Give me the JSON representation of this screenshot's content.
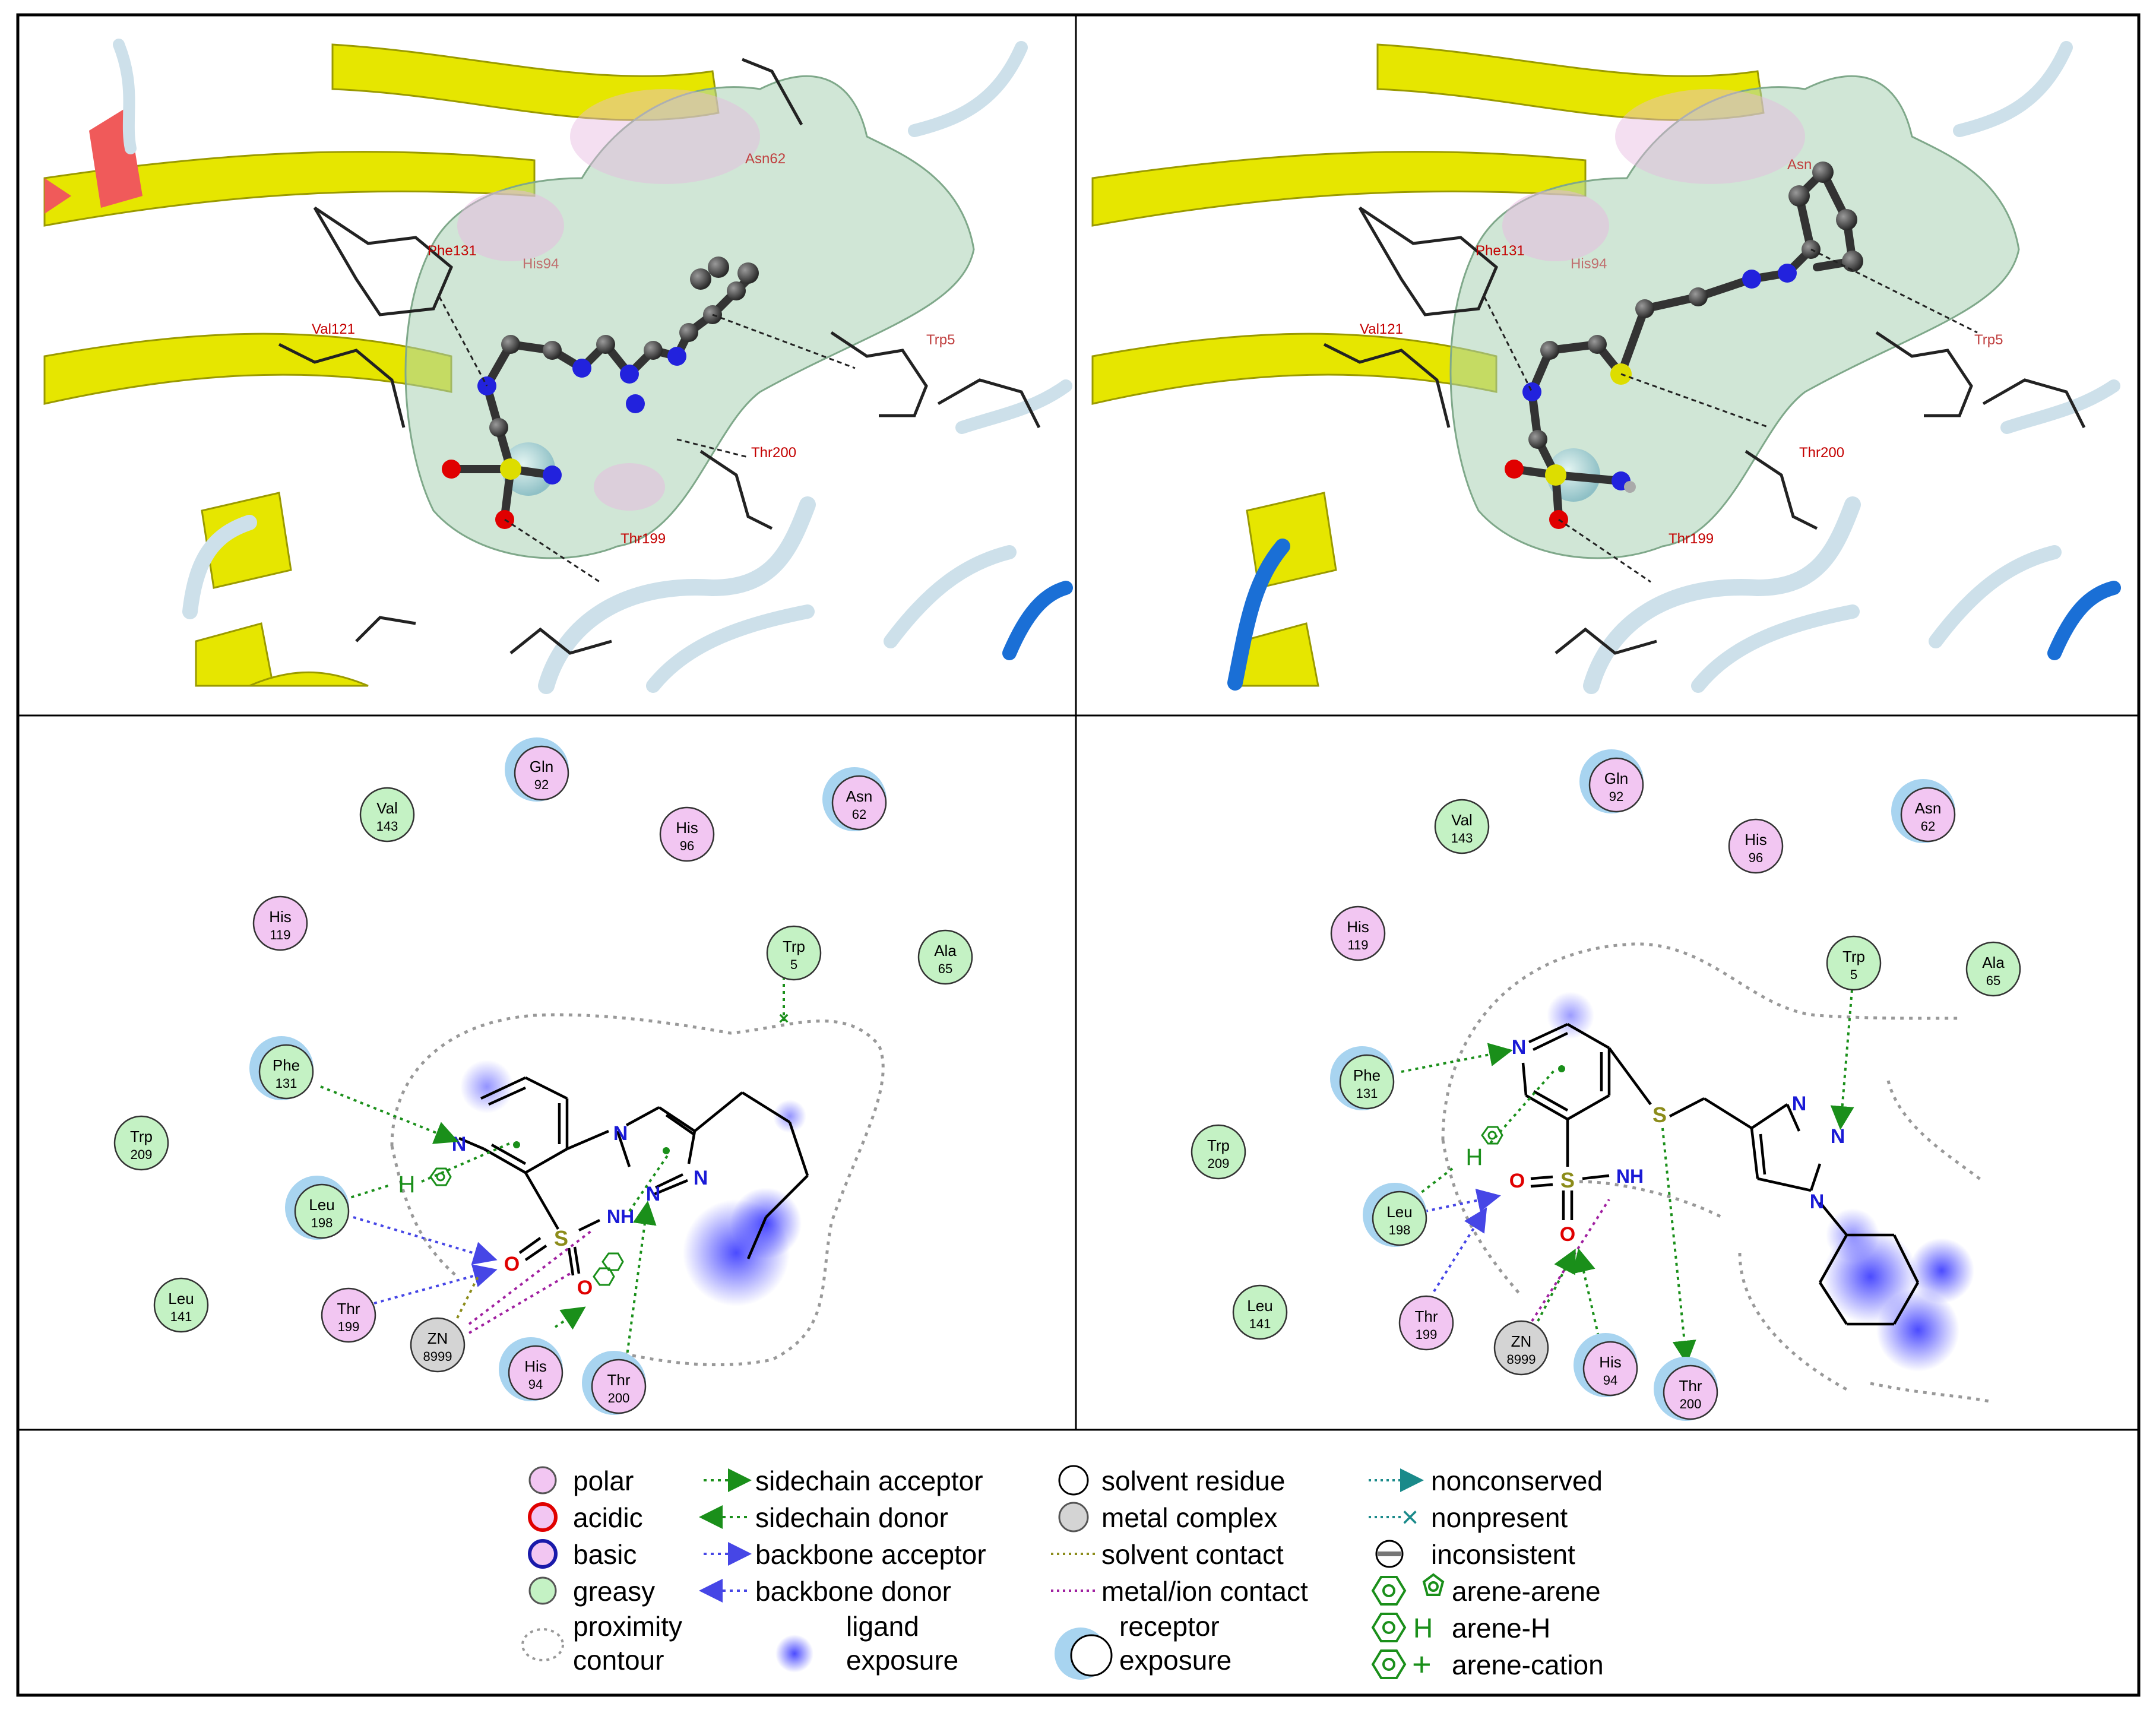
{
  "panels": [
    {
      "id": "top-left",
      "kind": "3d",
      "labels": {
        "asn": "Asn62",
        "phe": "Phe131",
        "his": "His94",
        "val": "Val121",
        "trp": "Trp5",
        "thr200": "Thr200",
        "thr199": "Thr199"
      }
    },
    {
      "id": "top-right",
      "kind": "3d",
      "labels": {
        "asn": "Asn",
        "phe": "Phe131",
        "his": "His94",
        "val": "Val121",
        "trp": "Trp5",
        "thr200": "Thr200",
        "thr199": "Thr199"
      }
    },
    {
      "id": "bottom-left",
      "kind": "2d",
      "residues": [
        {
          "name": "Gln",
          "num": "92",
          "type": "polar"
        },
        {
          "name": "Val",
          "num": "143",
          "type": "greasy"
        },
        {
          "name": "His",
          "num": "96",
          "type": "polar"
        },
        {
          "name": "Asn",
          "num": "62",
          "type": "polar"
        },
        {
          "name": "His",
          "num": "119",
          "type": "polar"
        },
        {
          "name": "Trp",
          "num": "5",
          "type": "greasy"
        },
        {
          "name": "Ala",
          "num": "65",
          "type": "greasy"
        },
        {
          "name": "Phe",
          "num": "131",
          "type": "greasy"
        },
        {
          "name": "Trp",
          "num": "209",
          "type": "greasy"
        },
        {
          "name": "Leu",
          "num": "198",
          "type": "greasy"
        },
        {
          "name": "Leu",
          "num": "141",
          "type": "greasy"
        },
        {
          "name": "Thr",
          "num": "199",
          "type": "polar"
        },
        {
          "name": "ZN",
          "num": "8999",
          "type": "metal"
        },
        {
          "name": "His",
          "num": "94",
          "type": "polar"
        },
        {
          "name": "Thr",
          "num": "200",
          "type": "polar"
        }
      ],
      "atoms": {
        "n_pyr": "N",
        "n1": "N",
        "n2": "N",
        "n3": "N",
        "s": "S",
        "o1": "O",
        "o2": "O",
        "nh": "NH",
        "h": "H"
      }
    },
    {
      "id": "bottom-right",
      "kind": "2d",
      "residues": [
        {
          "name": "Gln",
          "num": "92",
          "type": "polar"
        },
        {
          "name": "Val",
          "num": "143",
          "type": "greasy"
        },
        {
          "name": "His",
          "num": "96",
          "type": "polar"
        },
        {
          "name": "Asn",
          "num": "62",
          "type": "polar"
        },
        {
          "name": "His",
          "num": "119",
          "type": "polar"
        },
        {
          "name": "Trp",
          "num": "5",
          "type": "greasy"
        },
        {
          "name": "Ala",
          "num": "65",
          "type": "greasy"
        },
        {
          "name": "Phe",
          "num": "131",
          "type": "greasy"
        },
        {
          "name": "Trp",
          "num": "209",
          "type": "greasy"
        },
        {
          "name": "Leu",
          "num": "198",
          "type": "greasy"
        },
        {
          "name": "Leu",
          "num": "141",
          "type": "greasy"
        },
        {
          "name": "Thr",
          "num": "199",
          "type": "polar"
        },
        {
          "name": "ZN",
          "num": "8999",
          "type": "metal"
        },
        {
          "name": "His",
          "num": "94",
          "type": "polar"
        },
        {
          "name": "Thr",
          "num": "200",
          "type": "polar"
        }
      ],
      "atoms": {
        "n_pyr": "N",
        "n1": "N",
        "n2": "N",
        "n3": "N",
        "s_link": "S",
        "s": "S",
        "o1": "O",
        "o2": "O",
        "nh": "NH",
        "h": "H"
      }
    }
  ],
  "legend": {
    "col1": {
      "polar": "polar",
      "acidic": "acidic",
      "basic": "basic",
      "greasy": "greasy",
      "proximity_1": "proximity",
      "proximity_2": "contour"
    },
    "col2": {
      "sc_acceptor": "sidechain acceptor",
      "sc_donor": "sidechain donor",
      "bb_acceptor": "backbone acceptor",
      "bb_donor": "backbone donor",
      "exposure_1": "ligand",
      "exposure_2": "exposure"
    },
    "col3": {
      "solvent_residue": "solvent residue",
      "metal_complex": "metal complex",
      "solvent_contact": "solvent contact",
      "metal_contact": "metal/ion contact",
      "receptor_1": "receptor",
      "receptor_2": "exposure"
    },
    "col4": {
      "nonconserved": "nonconserved",
      "nonpresent": "nonpresent",
      "inconsistent": "inconsistent",
      "arene_arene": "arene-arene",
      "arene_h": "arene-H",
      "arene_cation": "arene-cation",
      "h_glyph": "H",
      "plus_glyph": "+"
    }
  },
  "colors": {
    "polar_fill": "#f2c6f2",
    "greasy_fill": "#c4f2c4",
    "metal_fill": "#d4d4d4",
    "sidechain": "#1a8f1a",
    "backbone": "#4646e6",
    "metal_contact": "#a020a0",
    "solvent_contact": "#8c8c1a",
    "exposure": "#3a3aff",
    "receptor_exposure": "#a8d4f0",
    "ribbon_yellow": "#e6e600",
    "ribbon_blue": "#cde0ea"
  }
}
